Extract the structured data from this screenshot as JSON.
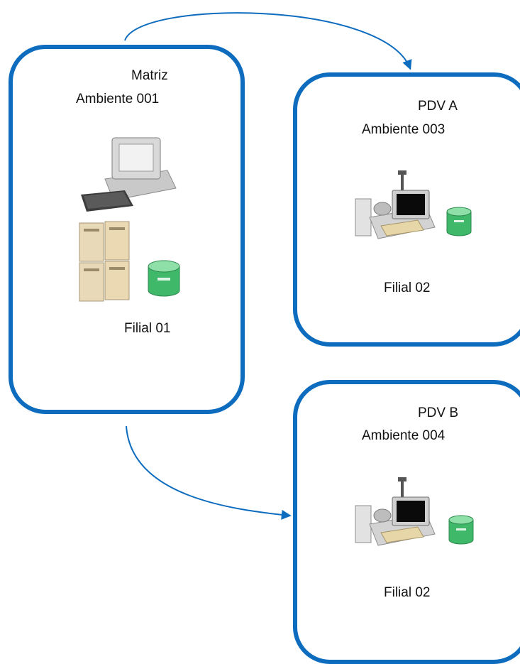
{
  "diagram": {
    "accent_color": "#0e6cbf",
    "nodes": [
      {
        "id": "matriz",
        "title": "Matriz",
        "environment": "Ambiente 001",
        "branch": "Filial 01",
        "icons": [
          "desktop-computer-icon",
          "server-tower-icon",
          "database-icon"
        ]
      },
      {
        "id": "pdv-a",
        "title": "PDV A",
        "environment": "Ambiente 003",
        "branch": "Filial 02",
        "icons": [
          "pos-terminal-icon",
          "database-icon"
        ]
      },
      {
        "id": "pdv-b",
        "title": "PDV B",
        "environment": "Ambiente 004",
        "branch": "Filial 02",
        "icons": [
          "pos-terminal-icon",
          "database-icon"
        ]
      }
    ],
    "edges": [
      {
        "from": "matriz",
        "to": "pdv-a"
      },
      {
        "from": "matriz",
        "to": "pdv-b"
      }
    ]
  }
}
